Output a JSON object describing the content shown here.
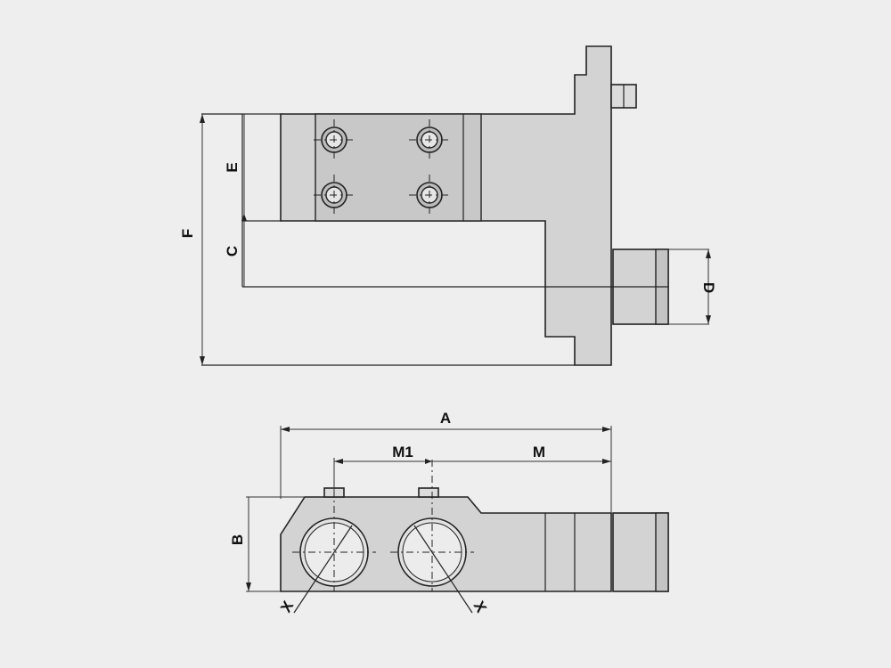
{
  "colors": {
    "background": "#eeeeee",
    "part_fill": "#d3d3d3",
    "line": "#222222"
  },
  "labels": {
    "A": "A",
    "B": "B",
    "C": "C",
    "D": "D",
    "E": "E",
    "F": "F",
    "M": "M",
    "M1": "M1",
    "X_left": "X",
    "X_right": "X"
  }
}
